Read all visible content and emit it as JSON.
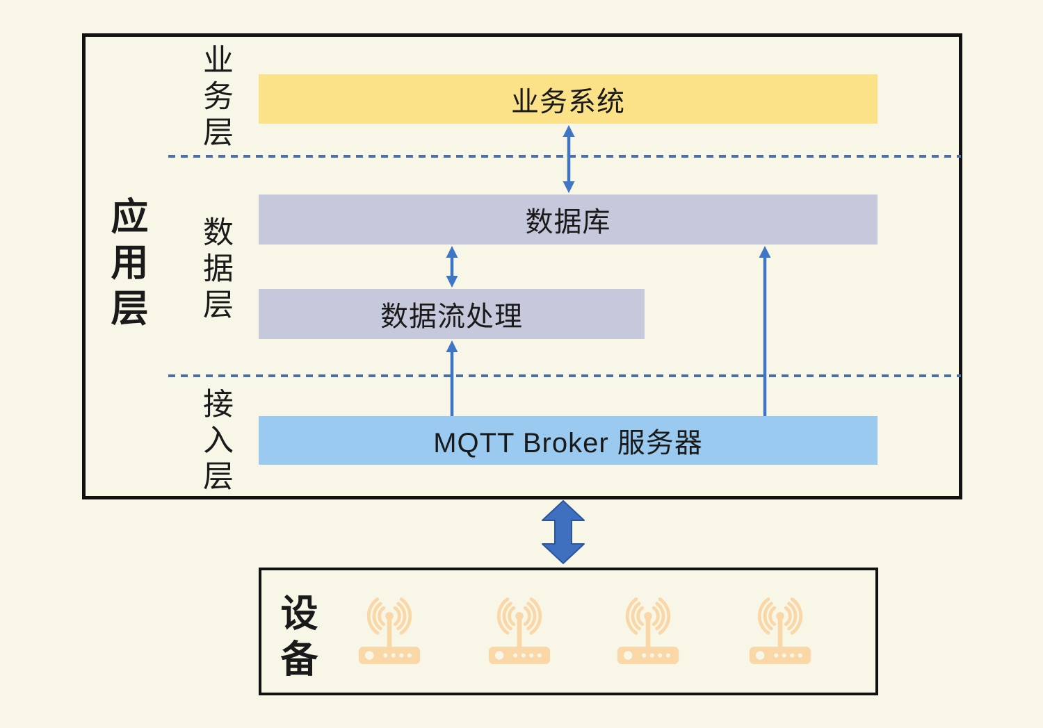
{
  "diagram": {
    "app_layer": {
      "label": "应用层",
      "sublayers": {
        "business": {
          "label": "业务层"
        },
        "data": {
          "label": "数据层"
        },
        "access": {
          "label": "接入层"
        }
      }
    },
    "boxes": {
      "business_system": "业务系统",
      "database": "数据库",
      "stream_processing": "数据流处理",
      "mqtt_broker": "MQTT Broker 服务器"
    },
    "device_layer": {
      "label": "设备",
      "device_count": 4,
      "device_icon": "wifi-router"
    },
    "connections": [
      {
        "from": "业务系统",
        "to": "数据库",
        "direction": "bidirectional"
      },
      {
        "from": "数据库",
        "to": "数据流处理",
        "direction": "bidirectional"
      },
      {
        "from": "MQTT Broker 服务器",
        "to": "数据流处理",
        "direction": "up"
      },
      {
        "from": "MQTT Broker 服务器",
        "to": "数据库",
        "direction": "up"
      },
      {
        "from": "应用层",
        "to": "设备",
        "direction": "bidirectional"
      }
    ]
  },
  "colors": {
    "background": "#F8F6E7",
    "yellow_box": "#FBE288",
    "lavender_box": "#C6C9DC",
    "blue_box": "#9ACAF0",
    "arrow_blue": "#3E76C5",
    "big_arrow_fill": "#3F6FBF",
    "big_arrow_stroke": "#2B569E",
    "dashed_line": "#4A6FA8",
    "device_icon": "#F9D7A6",
    "border_black": "#111111",
    "text_color": "#1A1A1A"
  }
}
